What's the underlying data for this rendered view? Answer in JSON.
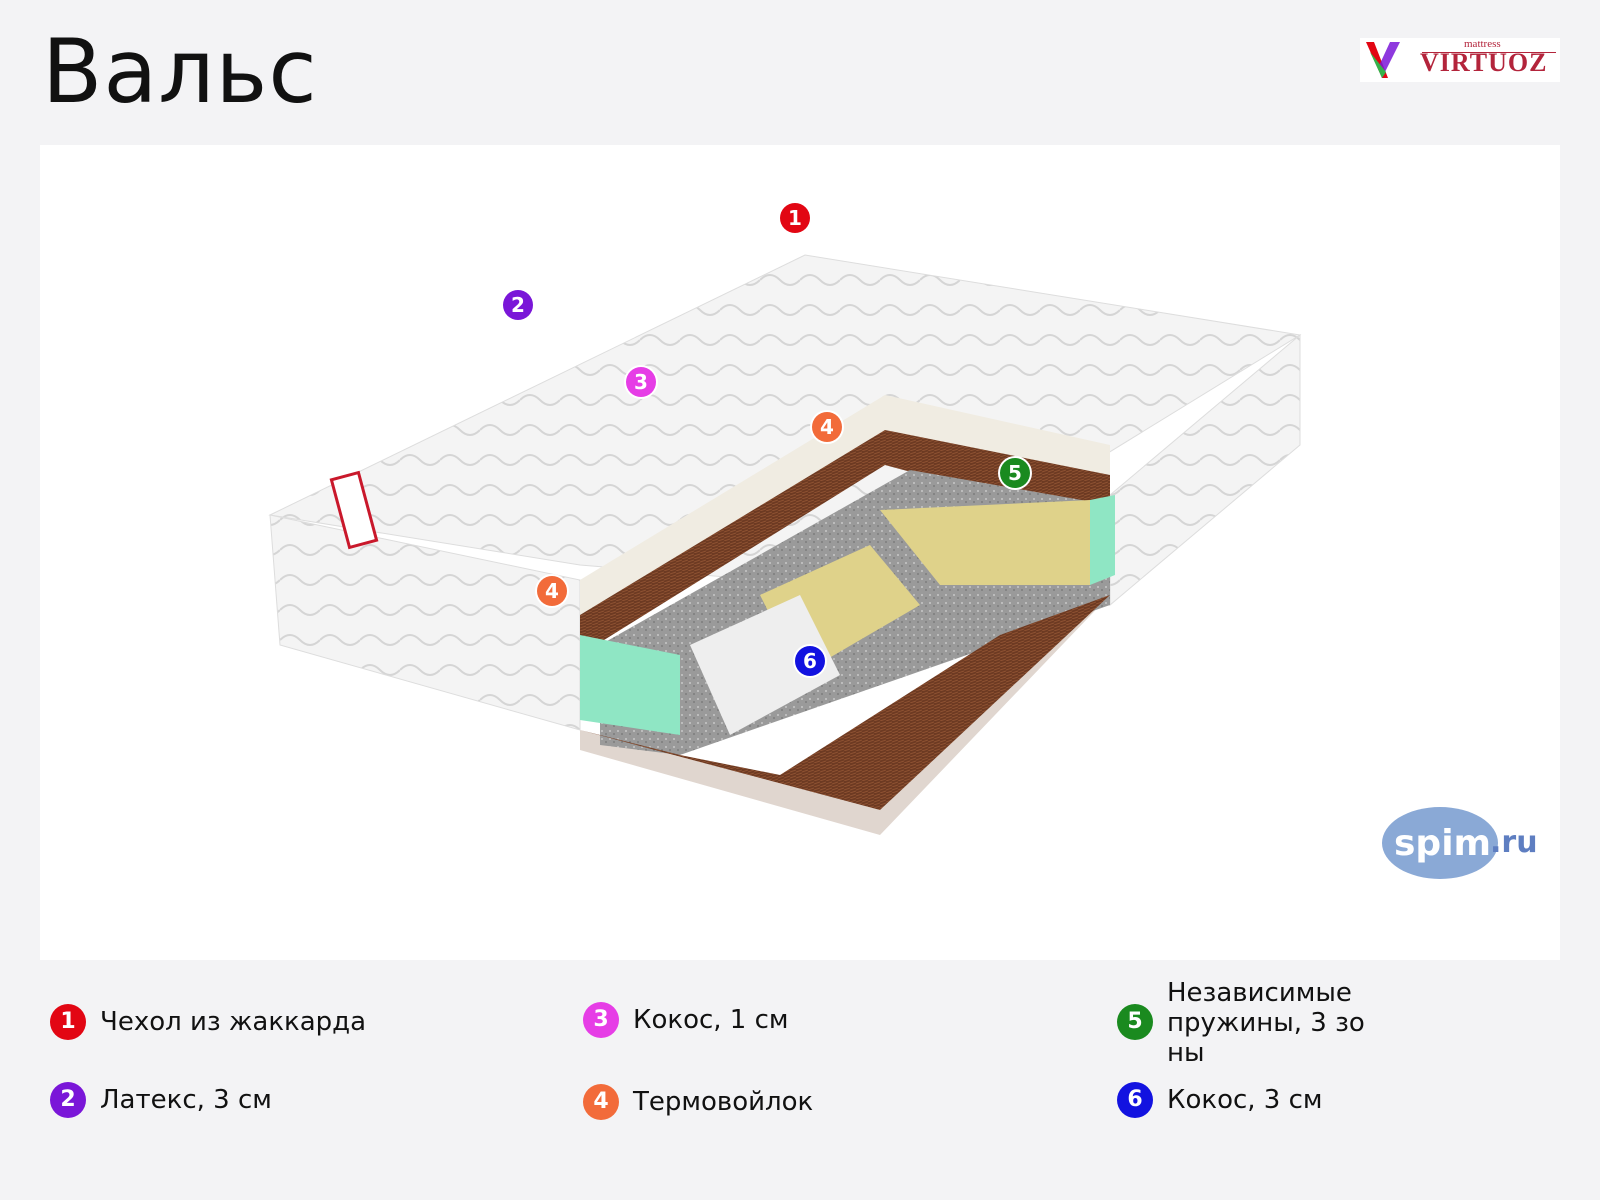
{
  "title": "Вальс",
  "brand": {
    "small": "mattress",
    "name": "VIRTUOZ"
  },
  "watermark": {
    "main": "spim",
    "suffix": ".ru"
  },
  "colors": {
    "m1": "#e20613",
    "m2": "#7a16d8",
    "m3": "#e63de6",
    "m4": "#f26b3a",
    "m5": "#1a8a1f",
    "m6": "#1212e0"
  },
  "markers": [
    "1",
    "2",
    "3",
    "4",
    "4",
    "5",
    "6"
  ],
  "legend": [
    {
      "num": "1",
      "text": "Чехол из жаккарда"
    },
    {
      "num": "2",
      "text": "Латекс, 3 см"
    },
    {
      "num": "3",
      "text": "Кокос, 1 см"
    },
    {
      "num": "4",
      "text": "Термовойлок"
    },
    {
      "num": "5",
      "text": "Независимые пружины, 3 зоны"
    },
    {
      "num": "6",
      "text": "Кокос, 3 см"
    }
  ]
}
